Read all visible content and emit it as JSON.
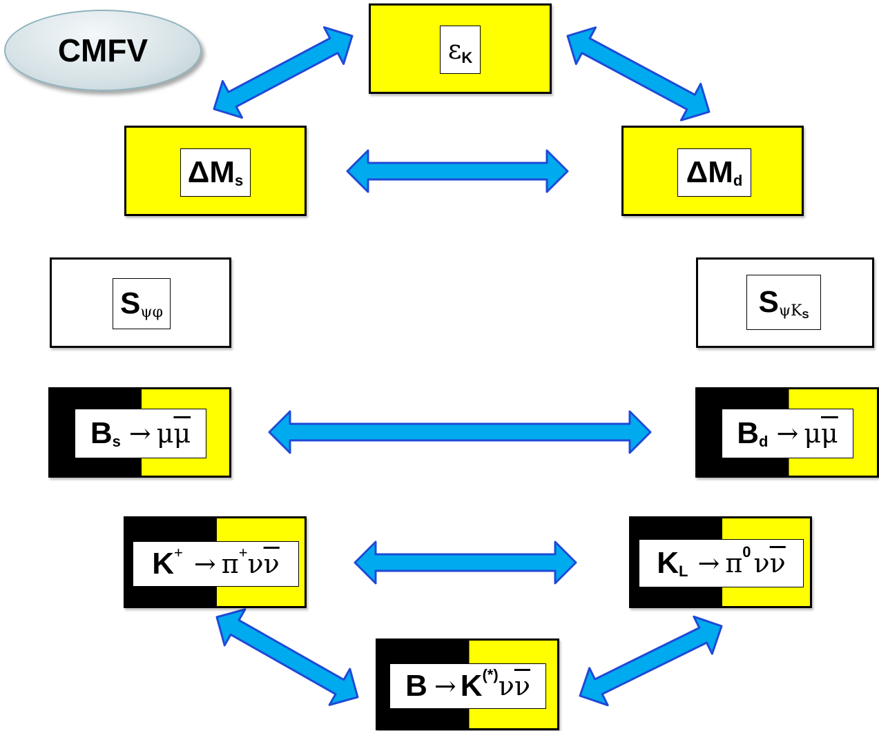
{
  "badge": {
    "text": "CMFV"
  },
  "colors": {
    "arrow_fill": "#00aaee",
    "arrow_stroke": "#1f49d6",
    "box_fill": "#ffff00",
    "box_dark": "#000000"
  },
  "nodes": {
    "epsilon_k": {
      "main": "ε",
      "sub": "K"
    },
    "delta_ms": {
      "main": "ΔM",
      "sub": "s"
    },
    "delta_md": {
      "main": "ΔM",
      "sub": "d"
    },
    "s_psi_phi": {
      "main": "S",
      "sub": "ψφ"
    },
    "s_psi_ks": {
      "main": "S",
      "sub": "ψK",
      "subsub": "S"
    },
    "bs_mumu": {
      "main": "B",
      "sub": "s",
      "arrow": "→",
      "mu": "μ",
      "mubar": "μ"
    },
    "bd_mumu": {
      "main": "B",
      "sub": "d",
      "arrow": "→",
      "mu": "μ",
      "mubar": "μ"
    },
    "kplus": {
      "main": "K",
      "sup": "+",
      "arrow": "→",
      "pi": "π",
      "pisup": "+",
      "nu": "ν",
      "nubar": "ν"
    },
    "kl": {
      "main": "K",
      "sub": "L",
      "arrow": "→",
      "pi": "π",
      "pisup": "0",
      "nu": "ν",
      "nubar": "ν"
    },
    "b_kstar": {
      "main": "B",
      "arrow": "→",
      "k": "K",
      "ksup": "(*)",
      "nu": "ν",
      "nubar": "ν"
    }
  },
  "arrows": [
    {
      "name": "arrow-epsk-dms",
      "from": "epsilon_k",
      "to": "delta_ms"
    },
    {
      "name": "arrow-epsk-dmd",
      "from": "epsilon_k",
      "to": "delta_md"
    },
    {
      "name": "arrow-dms-dmd",
      "from": "delta_ms",
      "to": "delta_md"
    },
    {
      "name": "arrow-bs-bd",
      "from": "bs_mumu",
      "to": "bd_mumu"
    },
    {
      "name": "arrow-kplus-kl",
      "from": "kplus",
      "to": "kl"
    },
    {
      "name": "arrow-kplus-bk",
      "from": "kplus",
      "to": "b_kstar"
    },
    {
      "name": "arrow-kl-bk",
      "from": "kl",
      "to": "b_kstar"
    }
  ]
}
